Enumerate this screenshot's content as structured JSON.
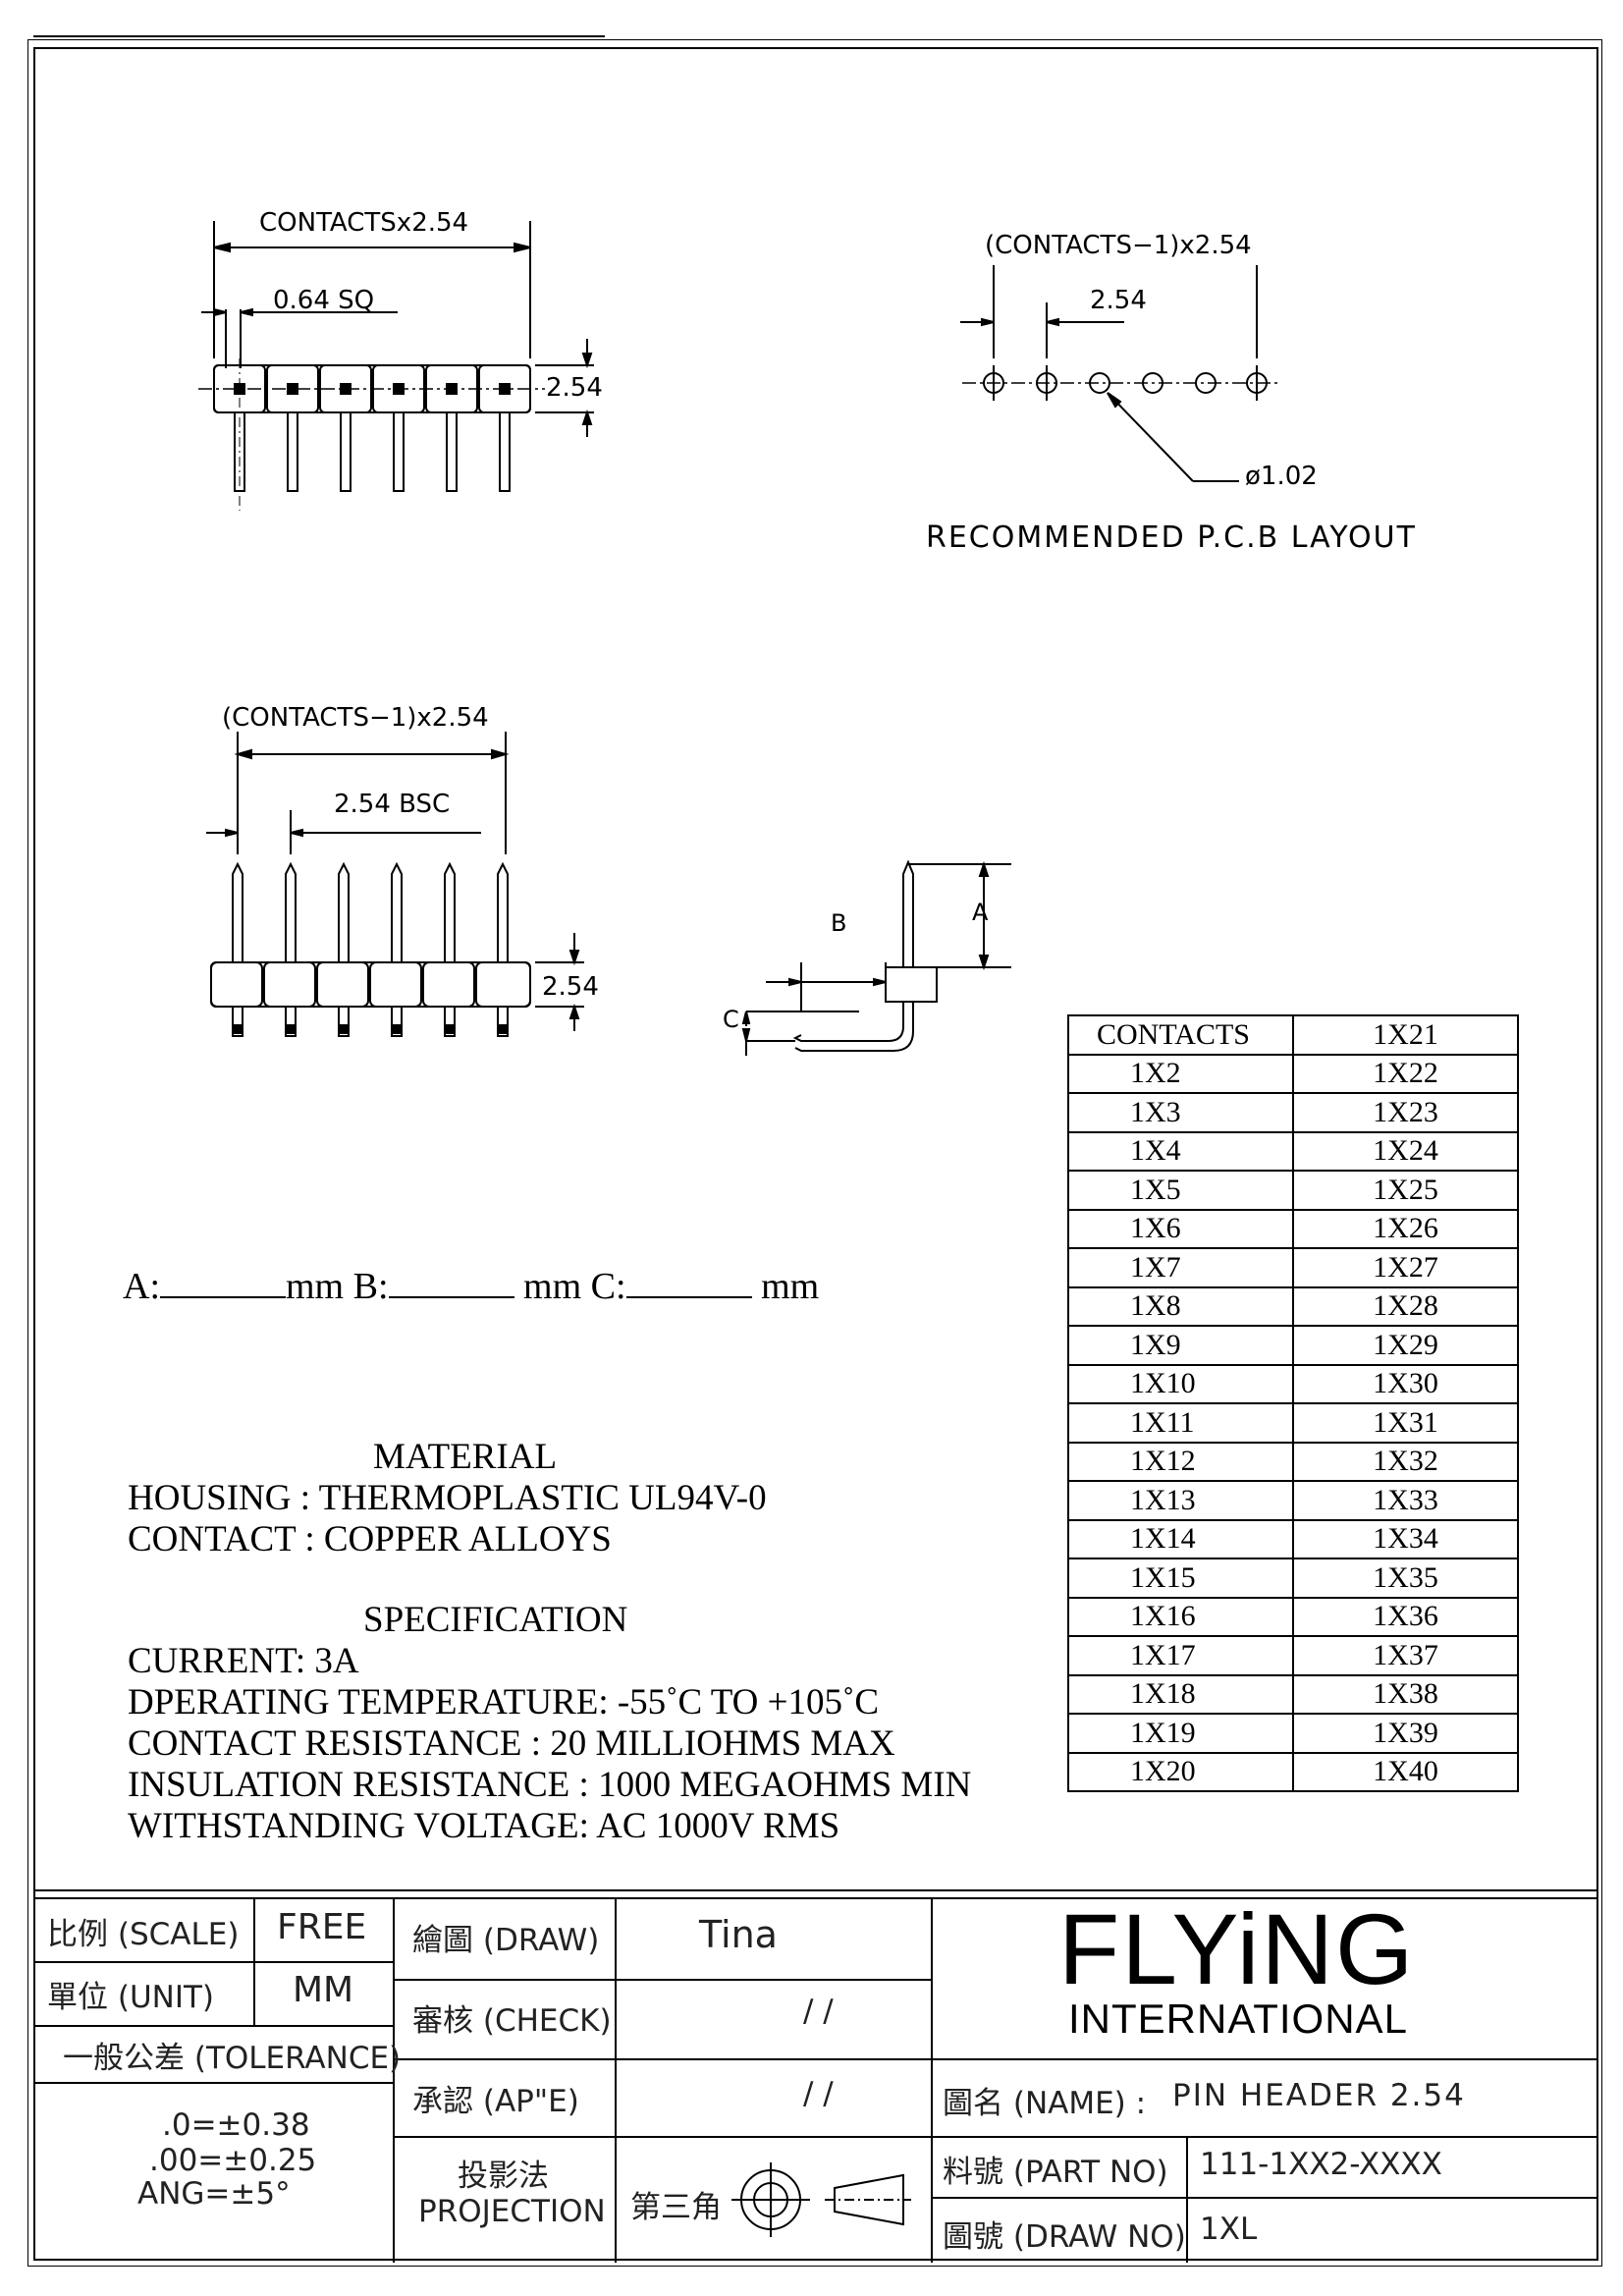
{
  "drawing_top": {
    "contacts_dim": "CONTACTSx2.54",
    "pin_sq": "0.64 SQ",
    "pitch_side": "2.54"
  },
  "pcb_layout": {
    "total_dim": "(CONTACTS−1)x2.54",
    "pitch": "2.54",
    "hole": "ø1.02",
    "title": "RECOMMENDED P.C.B LAYOUT"
  },
  "drawing_front": {
    "total_dim": "(CONTACTS−1)x2.54",
    "pitch": "2.54 BSC",
    "height": "2.54"
  },
  "drawing_side": {
    "label_a": "A",
    "label_b": "B",
    "label_c": "C"
  },
  "dimensions_line": {
    "a_label": "A:",
    "b_label": "B:",
    "c_label": "C:",
    "unit": "mm"
  },
  "material": {
    "heading": "MATERIAL",
    "housing": "HOUSING  :  THERMOPLASTIC UL94V-0",
    "contact": "CONTACT :  COPPER ALLOYS"
  },
  "specification": {
    "heading": "SPECIFICATION",
    "lines": [
      "CURRENT: 3A",
      "DPERATING TEMPERATURE:  -55˚C  TO +105˚C",
      "CONTACT RESISTANCE : 20 MILLIOHMS MAX",
      "INSULATION RESISTANCE : 1000 MEGAOHMS MIN",
      "WITHSTANDING VOLTAGE:  AC 1000V RMS"
    ]
  },
  "contacts_table": {
    "rows": [
      [
        "CONTACTS",
        "1X21"
      ],
      [
        "1X2",
        "1X22"
      ],
      [
        "1X3",
        "1X23"
      ],
      [
        "1X4",
        "1X24"
      ],
      [
        "1X5",
        "1X25"
      ],
      [
        "1X6",
        "1X26"
      ],
      [
        "1X7",
        "1X27"
      ],
      [
        "1X8",
        "1X28"
      ],
      [
        "1X9",
        "1X29"
      ],
      [
        "1X10",
        "1X30"
      ],
      [
        "1X11",
        "1X31"
      ],
      [
        "1X12",
        "1X32"
      ],
      [
        "1X13",
        "1X33"
      ],
      [
        "1X14",
        "1X34"
      ],
      [
        "1X15",
        "1X35"
      ],
      [
        "1X16",
        "1X36"
      ],
      [
        "1X17",
        "1X37"
      ],
      [
        "1X18",
        "1X38"
      ],
      [
        "1X19",
        "1X39"
      ],
      [
        "1X20",
        "1X40"
      ]
    ]
  },
  "title_block": {
    "scale_label": "比例 (SCALE)",
    "scale_value": "FREE",
    "unit_label": "單位 (UNIT)",
    "unit_value": "MM",
    "tolerance_label": "一般公差 (TOLERANCE)",
    "tol_1": ".0=±0.38",
    "tol_2": ".00=±0.25",
    "tol_3": "ANG=±5°",
    "draw_label": "繪圖 (DRAW)",
    "draw_value": "Tina",
    "check_label": "審核 (CHECK)",
    "check_value": "/  /",
    "approve_label": "承認 (AP\"E)",
    "approve_value": "/  /",
    "projection_cn": "投影法",
    "projection_en": "PROJECTION",
    "projection_value": "第三角",
    "brand": "FLYiNG",
    "brand_sub": "INTERNATIONAL",
    "name_label": "圖名 (NAME) :",
    "name_value": "PIN HEADER 2.54",
    "part_label": "料號 (PART NO)",
    "part_value": "111-1XX2-XXXX",
    "drawno_label": "圖號 (DRAW NO)",
    "drawno_value": "1XL"
  }
}
